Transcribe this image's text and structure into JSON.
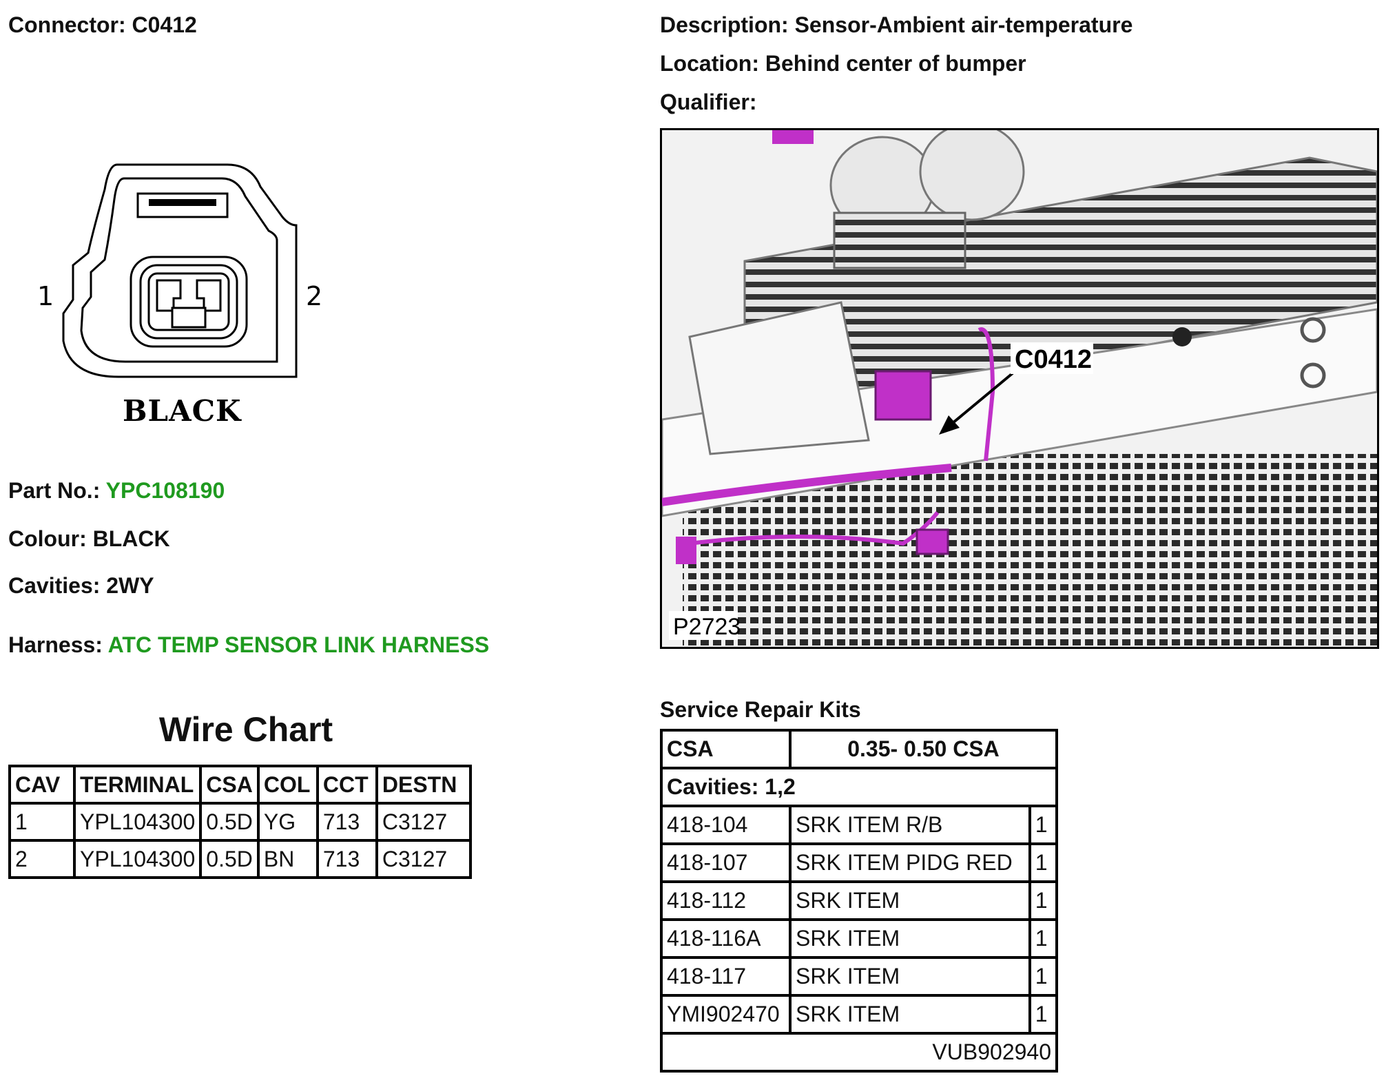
{
  "connector": {
    "label": "Connector:",
    "value": "C0412"
  },
  "description": {
    "label": "Description:",
    "value": "Sensor-Ambient air-temperature"
  },
  "location": {
    "label": "Location:",
    "value": "Behind center of bumper"
  },
  "qualifier": {
    "label": "Qualifier:",
    "value": ""
  },
  "diagram": {
    "pin_left": "1",
    "pin_right": "2",
    "colour_label": "BLACK"
  },
  "part_no": {
    "label": "Part No.:",
    "value": "YPC108190"
  },
  "colour": {
    "label": "Colour:",
    "value": "BLACK"
  },
  "cavities": {
    "label": "Cavities:",
    "value": "2WY"
  },
  "harness": {
    "label": "Harness:",
    "value": "ATC TEMP SENSOR LINK HARNESS"
  },
  "wire_chart": {
    "title": "Wire Chart",
    "headers": [
      "CAV",
      "TERMINAL",
      "CSA",
      "COL",
      "CCT",
      "DESTN"
    ],
    "rows": [
      [
        "1",
        "YPL104300",
        "0.5D",
        "YG",
        "713",
        "C3127"
      ],
      [
        "2",
        "YPL104300",
        "0.5D",
        "BN",
        "713",
        "C3127"
      ]
    ]
  },
  "photo": {
    "callout": "C0412",
    "ref": "P2723",
    "highlight_color": "#c030c8"
  },
  "service_repair_kits": {
    "title": "Service Repair Kits",
    "csa_label": "CSA",
    "csa_value": "0.35- 0.50 CSA",
    "cavities": "Cavities: 1,2",
    "items": [
      [
        "418-104",
        "SRK ITEM R/B",
        "1"
      ],
      [
        "418-107",
        "SRK ITEM PIDG RED",
        "1"
      ],
      [
        "418-112",
        "SRK ITEM",
        "1"
      ],
      [
        "418-116A",
        "SRK ITEM",
        "1"
      ],
      [
        "418-117",
        "SRK ITEM",
        "1"
      ],
      [
        "YMI902470",
        "SRK ITEM",
        "1"
      ]
    ],
    "footer": "VUB902940"
  }
}
